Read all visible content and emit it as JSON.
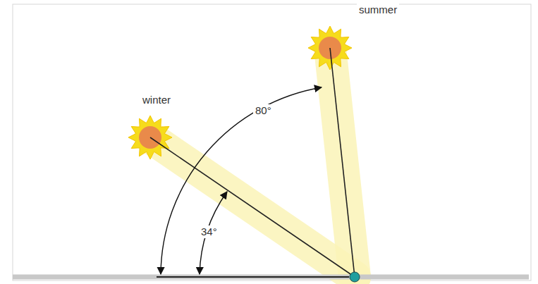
{
  "diagram": {
    "labels": [
      "winter",
      "summer",
      "80°",
      "34°"
    ]
  }
}
